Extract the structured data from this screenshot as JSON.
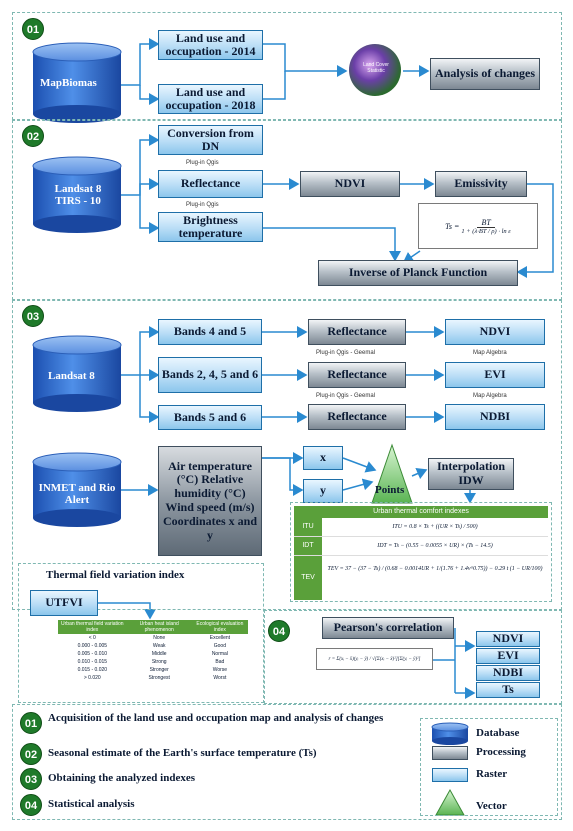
{
  "section1": {
    "num": "01",
    "database": "MapBiomas",
    "raster1": "Land use and occupation - 2014",
    "raster2": "Land use and occupation - 2018",
    "globe_label": "Land Cover Statistic",
    "analysis": "Analysis of changes"
  },
  "section2": {
    "num": "02",
    "database": "Landsat 8 TIRS - 10",
    "conversion": "Conversion from DN",
    "reflectance": "Reflectance",
    "plugin1": "Plug-in Qgis",
    "plugin2": "Plug-in Qgis",
    "brightness": "Brightness temperature",
    "ndvi": "NDVI",
    "emissivity": "Emissivity",
    "formula_ts": "Ts =",
    "formula_num": "BT",
    "formula_den": "1 + (λ·BT / ρ) · ln ε",
    "inverse": "Inverse of Planck Function"
  },
  "section3": {
    "num": "03",
    "database1": "Landsat 8",
    "bands1": "Bands 4 and 5",
    "bands2": "Bands 2, 4, 5 and 6",
    "bands3": "Bands 5 and 6",
    "refl1": "Reflectance",
    "refl2": "Reflectance",
    "refl3": "Reflectance",
    "ndvi": "NDVI",
    "evi": "EVI",
    "ndbi": "NDBI",
    "plugin_a": "Plug-in Qgis - Geemal",
    "plugin_b": "Plug-in Qgis - Geemal",
    "algebra_a": "Map Algebra",
    "algebra_b": "Map Algebra",
    "database2": "INMET and Rio Alert",
    "inmet_list": "Air temperature (°C) Relative humidity (°C) Wind speed (m/s) Coordinates x and y",
    "x": "x",
    "y": "y",
    "points": "Points",
    "interp": "Interpolation IDW",
    "comfort": {
      "title": "Urban thermal comfort indexes",
      "rows": [
        {
          "label": "ITU",
          "formula": "ITU = 0.8 × Ts + ((UR × Ts) / 500)"
        },
        {
          "label": "IDT",
          "formula": "IDT = Ts − (0.55 − 0.0055 × UR) × (Ts − 14.5)"
        },
        {
          "label": "TEV",
          "formula": "TEV = 37 − (37 − Ts) / (0.68 − 0.0014UR + 1/(1.76 + 1.4v^0.75)) − 0.29 t (1 − UR/100)"
        }
      ]
    }
  },
  "utfvi_panel": {
    "title": "Thermal field variation index",
    "button": "UTFVI",
    "headers": [
      "Urban thermal field variation index",
      "Urban heat island phenomenon",
      "Ecological evaluation index"
    ],
    "rows": [
      [
        "< 0",
        "None",
        "Excellent"
      ],
      [
        "0.000 - 0.005",
        "Weak",
        "Good"
      ],
      [
        "0.005 - 0.010",
        "Middle",
        "Normal"
      ],
      [
        "0.010 - 0.015",
        "Strong",
        "Bad"
      ],
      [
        "0.015 - 0.020",
        "Stronger",
        "Worse"
      ],
      [
        "> 0.020",
        "Strongest",
        "Worst"
      ]
    ]
  },
  "section4": {
    "num": "04",
    "pearson": "Pearson's correlation",
    "formula": "r = Σ(xᵢ − x̄)(yᵢ − ȳ) / √[Σ(xᵢ − x̄)²][Σ(yᵢ − ȳ)²]",
    "indexes": [
      "NDVI",
      "EVI",
      "NDBI",
      "Ts"
    ]
  },
  "legend_steps": [
    {
      "num": "01",
      "text": "Acquisition of the land use and occupation map and analysis of changes"
    },
    {
      "num": "02",
      "text": "Seasonal estimate of the Earth's surface temperature (Ts)"
    },
    {
      "num": "03",
      "text": "Obtaining the analyzed indexes"
    },
    {
      "num": "04",
      "text": "Statistical analysis"
    }
  ],
  "legend_symbols": {
    "database": "Database",
    "processing": "Processing",
    "raster": "Raster",
    "vector": "Vector"
  },
  "colors": {
    "raster": "#8cc6ec",
    "database": "#2e6fd0",
    "processing": "#7d8893",
    "step_circle": "#1f7a2a",
    "table_header": "#5aa03a",
    "border_dashed": "#7fb8b2"
  }
}
